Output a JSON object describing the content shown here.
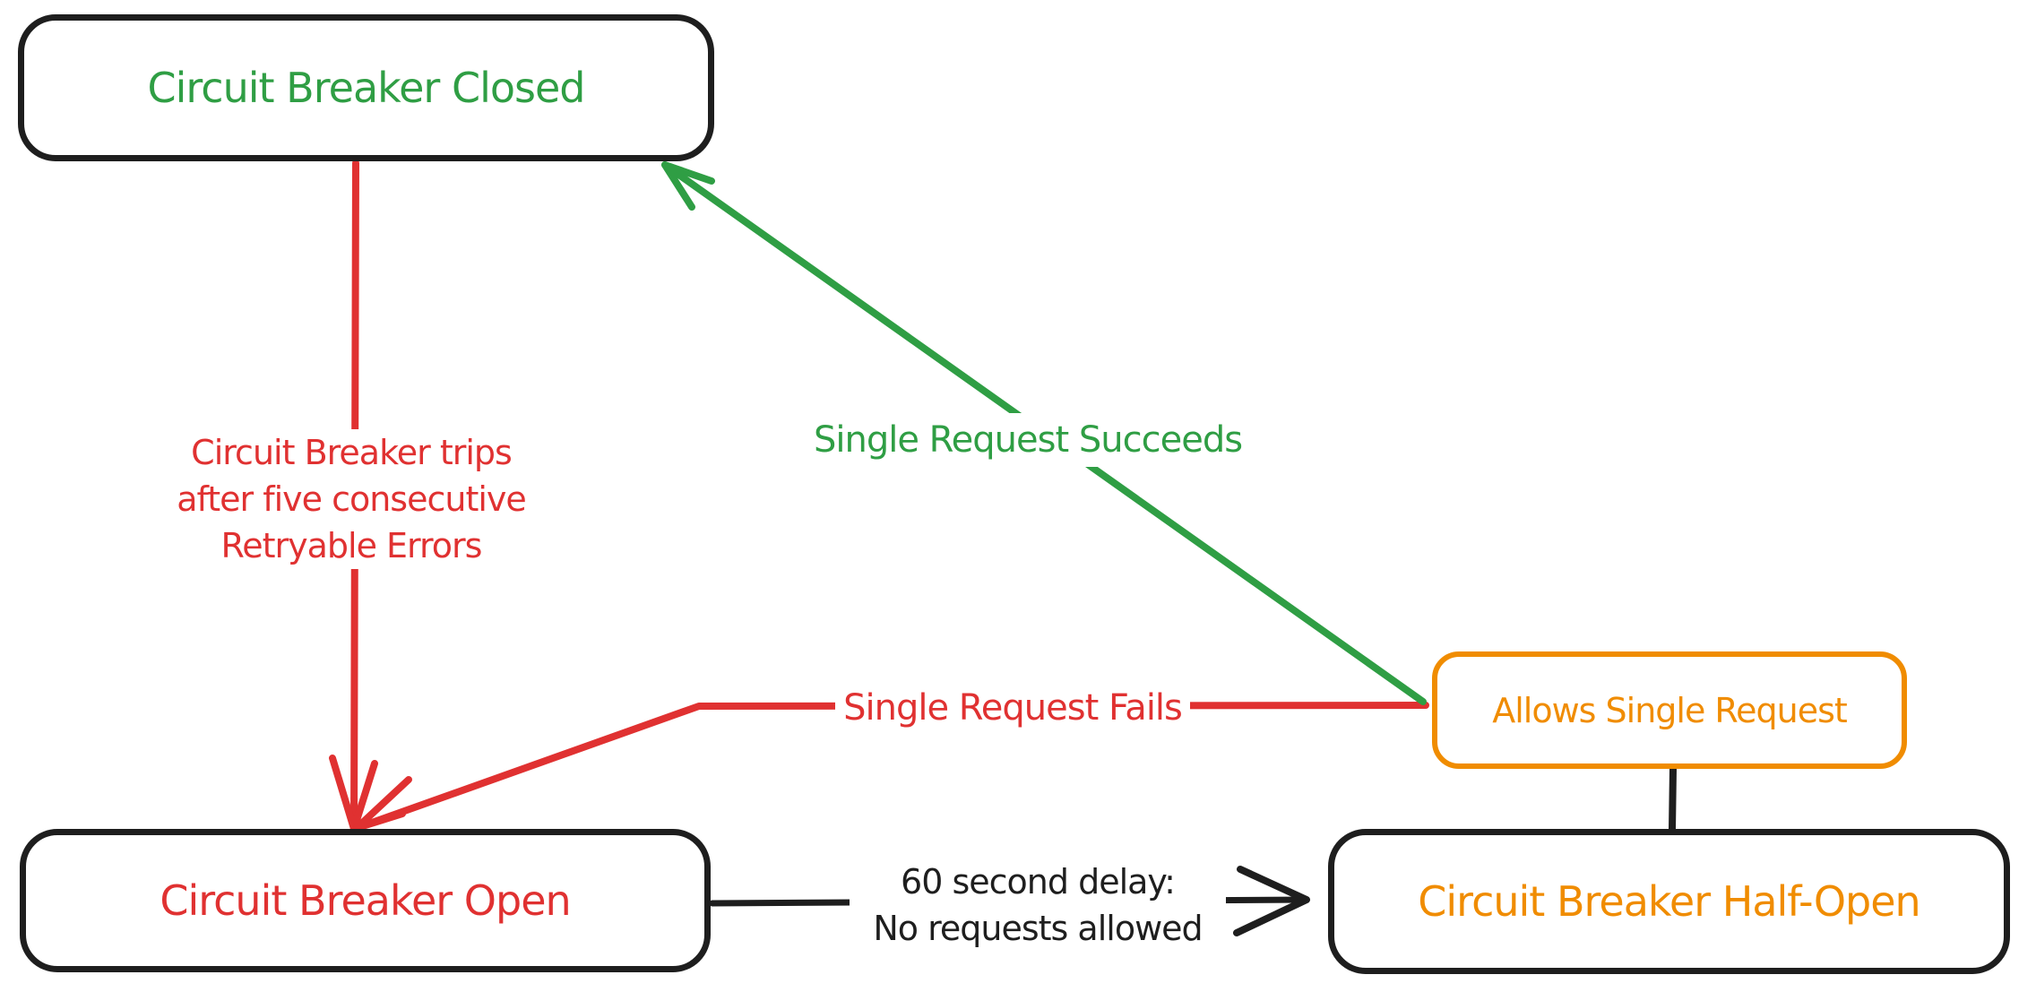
{
  "diagram": {
    "title": "Circuit Breaker state diagram",
    "colors": {
      "ink": "#1e1e1e",
      "green": "#2f9e44",
      "red": "#e03131",
      "orange": "#f08c00",
      "background": "#ffffff"
    },
    "nodes": {
      "closed": {
        "label": "Circuit Breaker Closed",
        "text_color": "#2f9e44",
        "border_color": "#1e1e1e"
      },
      "open": {
        "label": "Circuit Breaker Open",
        "text_color": "#e03131",
        "border_color": "#1e1e1e"
      },
      "half_open": {
        "label": "Circuit Breaker Half-Open",
        "text_color": "#f08c00",
        "border_color": "#1e1e1e"
      },
      "allows_single_request": {
        "label": "Allows Single Request",
        "text_color": "#f08c00",
        "border_color": "#f08c00"
      }
    },
    "edges": {
      "trips": {
        "color": "#e03131",
        "from": "closed",
        "to": "open",
        "label_lines": [
          "Circuit Breaker trips",
          "after five consecutive",
          "Retryable Errors"
        ]
      },
      "succeeds": {
        "color": "#2f9e44",
        "from": "allows_single_request",
        "to": "closed",
        "label": "Single Request Succeeds"
      },
      "fails": {
        "color": "#e03131",
        "from": "allows_single_request",
        "to": "open",
        "label": "Single Request Fails"
      },
      "delay": {
        "color": "#1e1e1e",
        "from": "open",
        "to": "half_open",
        "label_lines": [
          "60 second delay:",
          "No requests allowed"
        ]
      },
      "half_open_to_allows": {
        "color": "#1e1e1e",
        "from": "half_open",
        "to": "allows_single_request",
        "label": ""
      }
    }
  }
}
